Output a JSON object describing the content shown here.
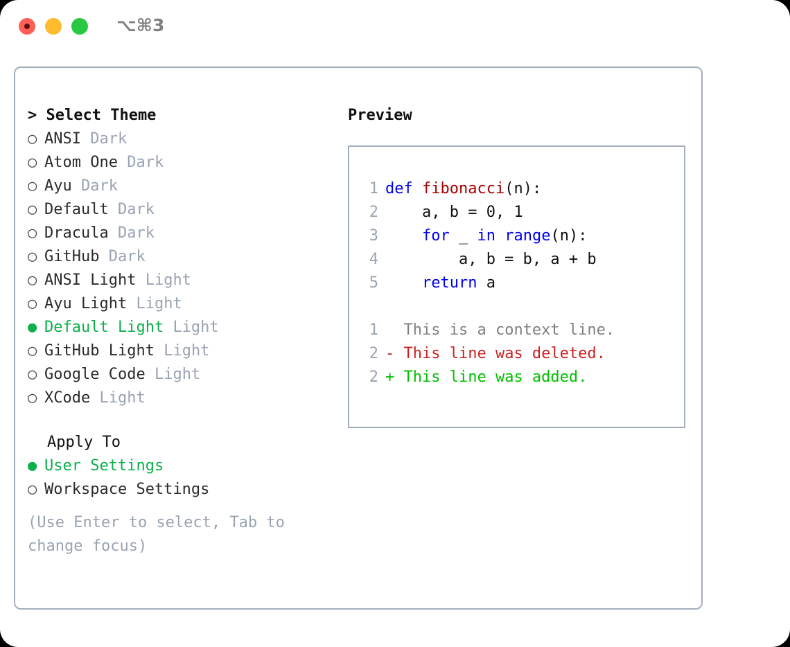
{
  "titlebar": {
    "shortcut": "⌥⌘3",
    "buttons": [
      {
        "name": "close",
        "color": "#ff5f57"
      },
      {
        "name": "minimize",
        "color": "#febc2e"
      },
      {
        "name": "maximize",
        "color": "#28c840"
      }
    ]
  },
  "theme_list": {
    "header": "> Select Theme",
    "items": [
      {
        "marker": "○",
        "name": "ANSI",
        "tag": "Dark",
        "selected": false
      },
      {
        "marker": "○",
        "name": "Atom One",
        "tag": "Dark",
        "selected": false
      },
      {
        "marker": "○",
        "name": "Ayu",
        "tag": "Dark",
        "selected": false
      },
      {
        "marker": "○",
        "name": "Default",
        "tag": "Dark",
        "selected": false
      },
      {
        "marker": "○",
        "name": "Dracula",
        "tag": "Dark",
        "selected": false
      },
      {
        "marker": "○",
        "name": "GitHub",
        "tag": "Dark",
        "selected": false
      },
      {
        "marker": "○",
        "name": "ANSI Light",
        "tag": "Light",
        "selected": false
      },
      {
        "marker": "○",
        "name": "Ayu Light",
        "tag": "Light",
        "selected": false
      },
      {
        "marker": "●",
        "name": "Default Light",
        "tag": "Light",
        "selected": true
      },
      {
        "marker": "○",
        "name": "GitHub Light",
        "tag": "Light",
        "selected": false
      },
      {
        "marker": "○",
        "name": "Google Code",
        "tag": "Light",
        "selected": false
      },
      {
        "marker": "○",
        "name": "XCode",
        "tag": "Light",
        "selected": false
      }
    ]
  },
  "apply_to": {
    "label": "Apply To",
    "items": [
      {
        "marker": "●",
        "name": "User Settings",
        "selected": true
      },
      {
        "marker": "○",
        "name": "Workspace Settings",
        "selected": false
      }
    ]
  },
  "hint": "(Use Enter to select, Tab to change focus)",
  "preview": {
    "header": "Preview",
    "code": [
      {
        "lno": "1",
        "segments": [
          {
            "t": "def ",
            "c": "kw"
          },
          {
            "t": "fibonacci",
            "c": "fn"
          },
          {
            "t": "(n):",
            "c": "pl"
          }
        ]
      },
      {
        "lno": "2",
        "segments": [
          {
            "t": "    a, b = 0, 1",
            "c": "pl"
          }
        ]
      },
      {
        "lno": "3",
        "segments": [
          {
            "t": "    ",
            "c": "pl"
          },
          {
            "t": "for",
            "c": "kw"
          },
          {
            "t": " _ ",
            "c": "pl"
          },
          {
            "t": "in",
            "c": "kw"
          },
          {
            "t": " ",
            "c": "pl"
          },
          {
            "t": "range",
            "c": "kw"
          },
          {
            "t": "(n):",
            "c": "pl"
          }
        ]
      },
      {
        "lno": "4",
        "segments": [
          {
            "t": "        a, b = b, a + b",
            "c": "pl"
          }
        ]
      },
      {
        "lno": "5",
        "segments": [
          {
            "t": "    ",
            "c": "pl"
          },
          {
            "t": "return",
            "c": "kw"
          },
          {
            "t": " a",
            "c": "pl"
          }
        ]
      }
    ],
    "diff": [
      {
        "lno": "1",
        "marker": " ",
        "text": "This is a context line.",
        "kind": "d-ctx"
      },
      {
        "lno": "2",
        "marker": "-",
        "text": "This line was deleted.",
        "kind": "d-del"
      },
      {
        "lno": "2",
        "marker": "+",
        "text": "This line was added.",
        "kind": "d-add"
      }
    ]
  },
  "colors": {
    "selected_green": "#0bb04a",
    "tag_gray": "#9aa3b2",
    "border": "#a4adbd",
    "keyword_blue": "#0000ee",
    "function_red": "#aa0000",
    "diff_deleted": "#cc2222",
    "diff_added": "#00c000",
    "diff_context": "#808080"
  }
}
